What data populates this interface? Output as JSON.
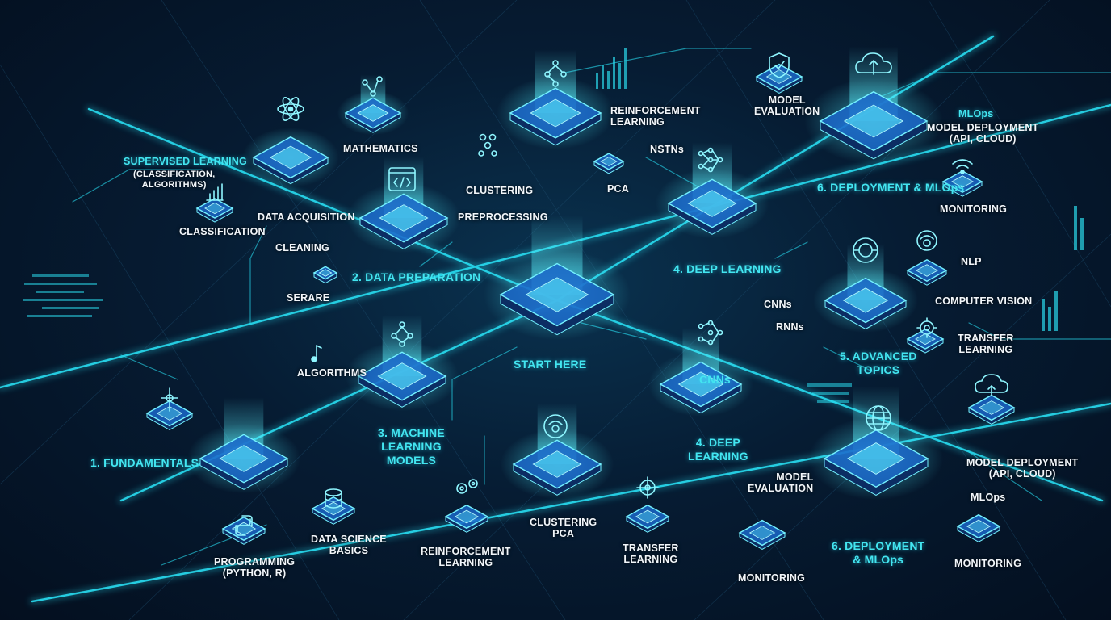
{
  "colors": {
    "background": "#061c33",
    "accent": "#28dcf0",
    "accent_soft": "#43e5f0",
    "node_top": "#1b67c9",
    "node_edge": "#74f1ff",
    "text": "#f2f6fa"
  },
  "center": {
    "label": "START HERE"
  },
  "sections": {
    "fundamentals": "1. FUNDAMENTALS",
    "data_preparation": "2. DATA PREPARATION",
    "ml_models": "3. MACHINE\nLEARNING\nMODELS",
    "deep_learning_top": "4. DEEP LEARNING",
    "deep_learning_bottom": "4. DEEP\nLEARNING",
    "advanced_topics": "5. ADVANCED\nTOPICS",
    "deployment_top": "6. DEPLOYMENT & MLOps",
    "deployment_bottom": "6. DEPLOYMENT\n& MLOps"
  },
  "topics": {
    "supervised_learning": "SUPERVISED LEARNING",
    "supervised_learning_detail": "(CLASSIFICATION,\nALGORITHMS)",
    "classification": "CLASSIFICATION",
    "mathematics": "MATHEMATICS",
    "data_acquisition": "DATA ACQUISITION",
    "cleaning": "CLEANING",
    "serare": "SERARE",
    "preprocessing": "PREPROCESSING",
    "clustering_top": "CLUSTERING",
    "pca_top": "PCA",
    "reinforcement_learning_top": "REINFORCEMENT\nLEARNING",
    "nstns": "NSTNs",
    "model_evaluation_top": "MODEL\nEVALUATION",
    "mlops_top": "MLOps",
    "model_deployment_top": "MODEL DEPLOYMENT\n(API, CLOUD)",
    "monitoring_top": "MONITORING",
    "nlp": "NLP",
    "computer_vision": "COMPUTER VISION",
    "transfer_learning_right": "TRANSFER\nLEARNING",
    "cnns_small": "CNNs",
    "rnns": "RNNs",
    "cnns_node": "CNNs",
    "algorithms": "ALGORITHMS",
    "programming": "PROGRAMMING\n(PYTHON, R)",
    "data_science_basics": "DATA SCIENCE\nBASICS",
    "reinforcement_learning_bottom": "REINFORCEMENT\nLEARNING",
    "clustering_pca_bottom": "CLUSTERING\nPCA",
    "transfer_learning_bottom": "TRANSFER\nLEARNING",
    "model_evaluation_bottom": "MODEL\nEVALUATION",
    "monitoring_bottom_mid": "MONITORING",
    "model_deployment_bottom": "MODEL DEPLOYMENT\n(API, CLOUD)",
    "mlops_bottom": "MLOps",
    "monitoring_bottom_right": "MONITORING"
  },
  "icons": [
    "atom-icon",
    "molecule-icon",
    "code-icon",
    "tree-icon",
    "cluster-icon",
    "neural-network-icon",
    "shield-check-icon",
    "cloud-upload-icon",
    "wifi-signal-icon",
    "brain-icon",
    "eye-icon",
    "python-icon",
    "database-icon",
    "gears-icon",
    "cloud-icon",
    "globe-icon",
    "bar-chart-icon",
    "music-note-icon"
  ]
}
